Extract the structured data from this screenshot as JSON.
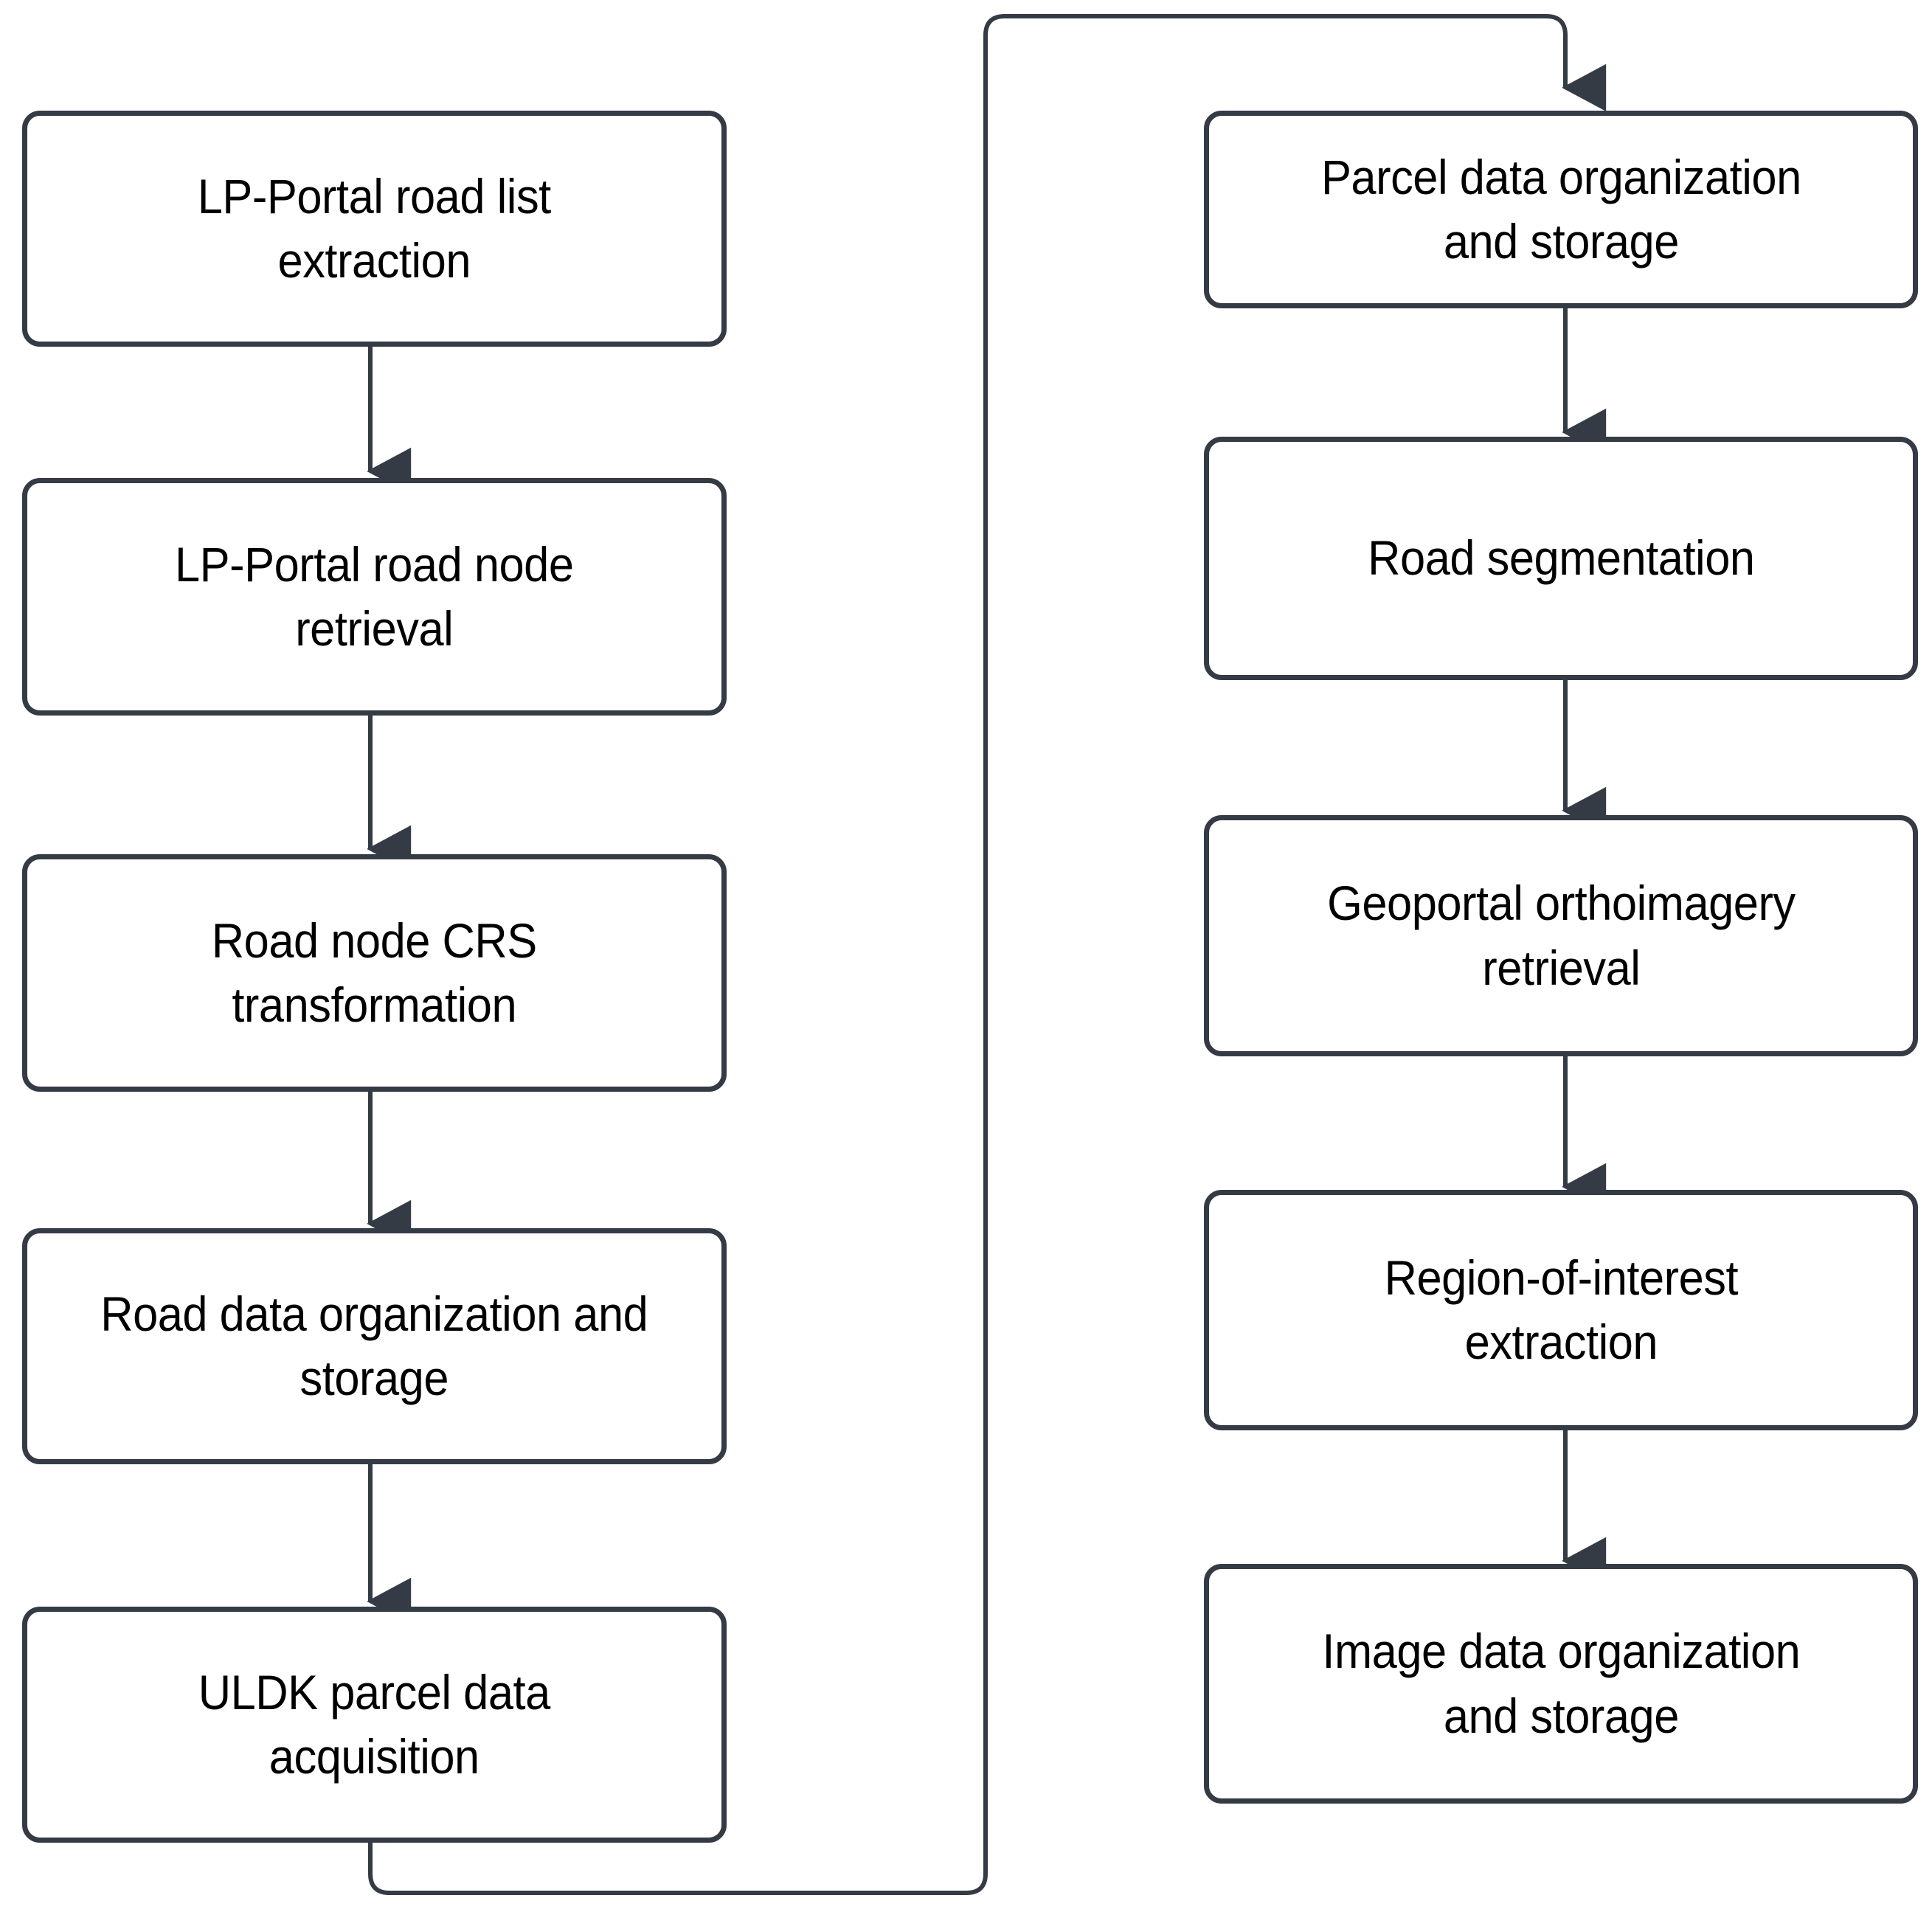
{
  "diagram": {
    "type": "flowchart",
    "orientation": "two-column-vertical",
    "colors": {
      "node_border": "#353b45",
      "node_fill": "#ffffff",
      "edge_stroke": "#353b45",
      "text": "#000000",
      "background": "#ffffff"
    },
    "left_column": {
      "nodes": [
        {
          "id": "lp-portal-road-list-extraction",
          "label": "LP-Portal road list\nextraction"
        },
        {
          "id": "lp-portal-road-node-retrieval",
          "label": "LP-Portal road node\nretrieval"
        },
        {
          "id": "road-node-crs-transformation",
          "label": "Road node CRS\ntransformation"
        },
        {
          "id": "road-data-organization-and-storage",
          "label": "Road data organization and\nstorage"
        },
        {
          "id": "uldk-parcel-data-acquisition",
          "label": "ULDK parcel data\nacquisition"
        }
      ]
    },
    "right_column": {
      "nodes": [
        {
          "id": "parcel-data-organization-and-storage",
          "label": "Parcel data organization\nand storage"
        },
        {
          "id": "road-segmentation",
          "label": "Road segmentation"
        },
        {
          "id": "geoportal-orthoimagery-retrieval",
          "label": "Geoportal orthoimagery\nretrieval"
        },
        {
          "id": "region-of-interest-extraction",
          "label": "Region-of-interest\nextraction"
        },
        {
          "id": "image-data-organization-and-storage",
          "label": "Image data organization\nand storage"
        }
      ]
    },
    "edges": [
      {
        "from": "lp-portal-road-list-extraction",
        "to": "lp-portal-road-node-retrieval",
        "style": "straight-down-arrow"
      },
      {
        "from": "lp-portal-road-node-retrieval",
        "to": "road-node-crs-transformation",
        "style": "straight-down-arrow"
      },
      {
        "from": "road-node-crs-transformation",
        "to": "road-data-organization-and-storage",
        "style": "straight-down-arrow"
      },
      {
        "from": "road-data-organization-and-storage",
        "to": "uldk-parcel-data-acquisition",
        "style": "straight-down-arrow"
      },
      {
        "from": "uldk-parcel-data-acquisition",
        "to": "parcel-data-organization-and-storage",
        "style": "orthogonal-wrap-around-arrow"
      },
      {
        "from": "parcel-data-organization-and-storage",
        "to": "road-segmentation",
        "style": "straight-down-arrow"
      },
      {
        "from": "road-segmentation",
        "to": "geoportal-orthoimagery-retrieval",
        "style": "straight-down-arrow"
      },
      {
        "from": "geoportal-orthoimagery-retrieval",
        "to": "region-of-interest-extraction",
        "style": "straight-down-arrow"
      },
      {
        "from": "region-of-interest-extraction",
        "to": "image-data-organization-and-storage",
        "style": "straight-down-arrow"
      }
    ]
  }
}
